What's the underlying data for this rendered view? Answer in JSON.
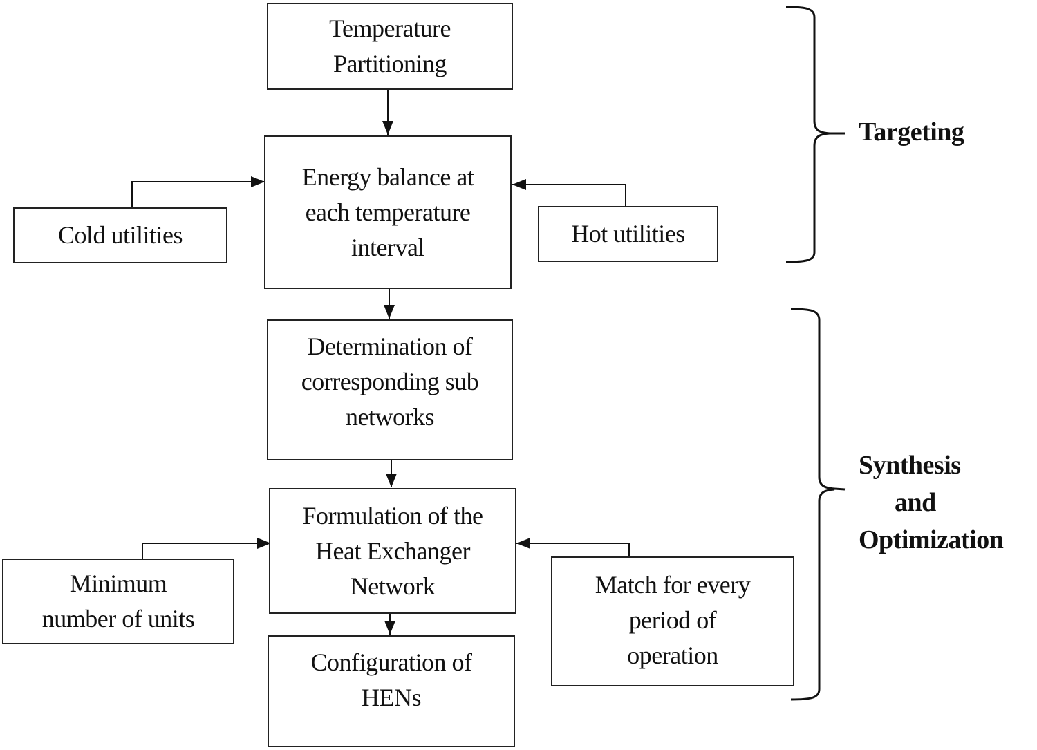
{
  "diagram": {
    "type": "flowchart",
    "nodes": {
      "temperature_partitioning": {
        "lines": [
          "Temperature",
          "Partitioning"
        ]
      },
      "energy_balance": {
        "lines": [
          "Energy balance at",
          "each temperature",
          "interval"
        ]
      },
      "cold_utilities": {
        "lines": [
          "Cold utilities"
        ]
      },
      "hot_utilities": {
        "lines": [
          "Hot utilities"
        ]
      },
      "determination_subnetworks": {
        "lines": [
          "Determination of",
          "corresponding sub",
          "networks"
        ]
      },
      "formulation_hen": {
        "lines": [
          "Formulation of the",
          "Heat Exchanger",
          "Network"
        ]
      },
      "minimum_units": {
        "lines": [
          "Minimum",
          "number of units"
        ]
      },
      "match_every_period": {
        "lines": [
          "Match for every",
          "period of",
          "operation"
        ]
      },
      "configuration_hens": {
        "lines": [
          "Configuration of",
          "HENs"
        ]
      }
    },
    "groups": {
      "targeting": {
        "lines": [
          "Targeting"
        ]
      },
      "synthesis": {
        "lines": [
          "Synthesis",
          "and",
          "Optimization"
        ]
      }
    },
    "edges": [
      {
        "from": "temperature_partitioning",
        "to": "energy_balance"
      },
      {
        "from": "cold_utilities",
        "to": "energy_balance"
      },
      {
        "from": "hot_utilities",
        "to": "energy_balance"
      },
      {
        "from": "energy_balance",
        "to": "determination_subnetworks"
      },
      {
        "from": "determination_subnetworks",
        "to": "formulation_hen"
      },
      {
        "from": "minimum_units",
        "to": "formulation_hen"
      },
      {
        "from": "match_every_period",
        "to": "formulation_hen"
      },
      {
        "from": "formulation_hen",
        "to": "configuration_hens"
      }
    ]
  }
}
